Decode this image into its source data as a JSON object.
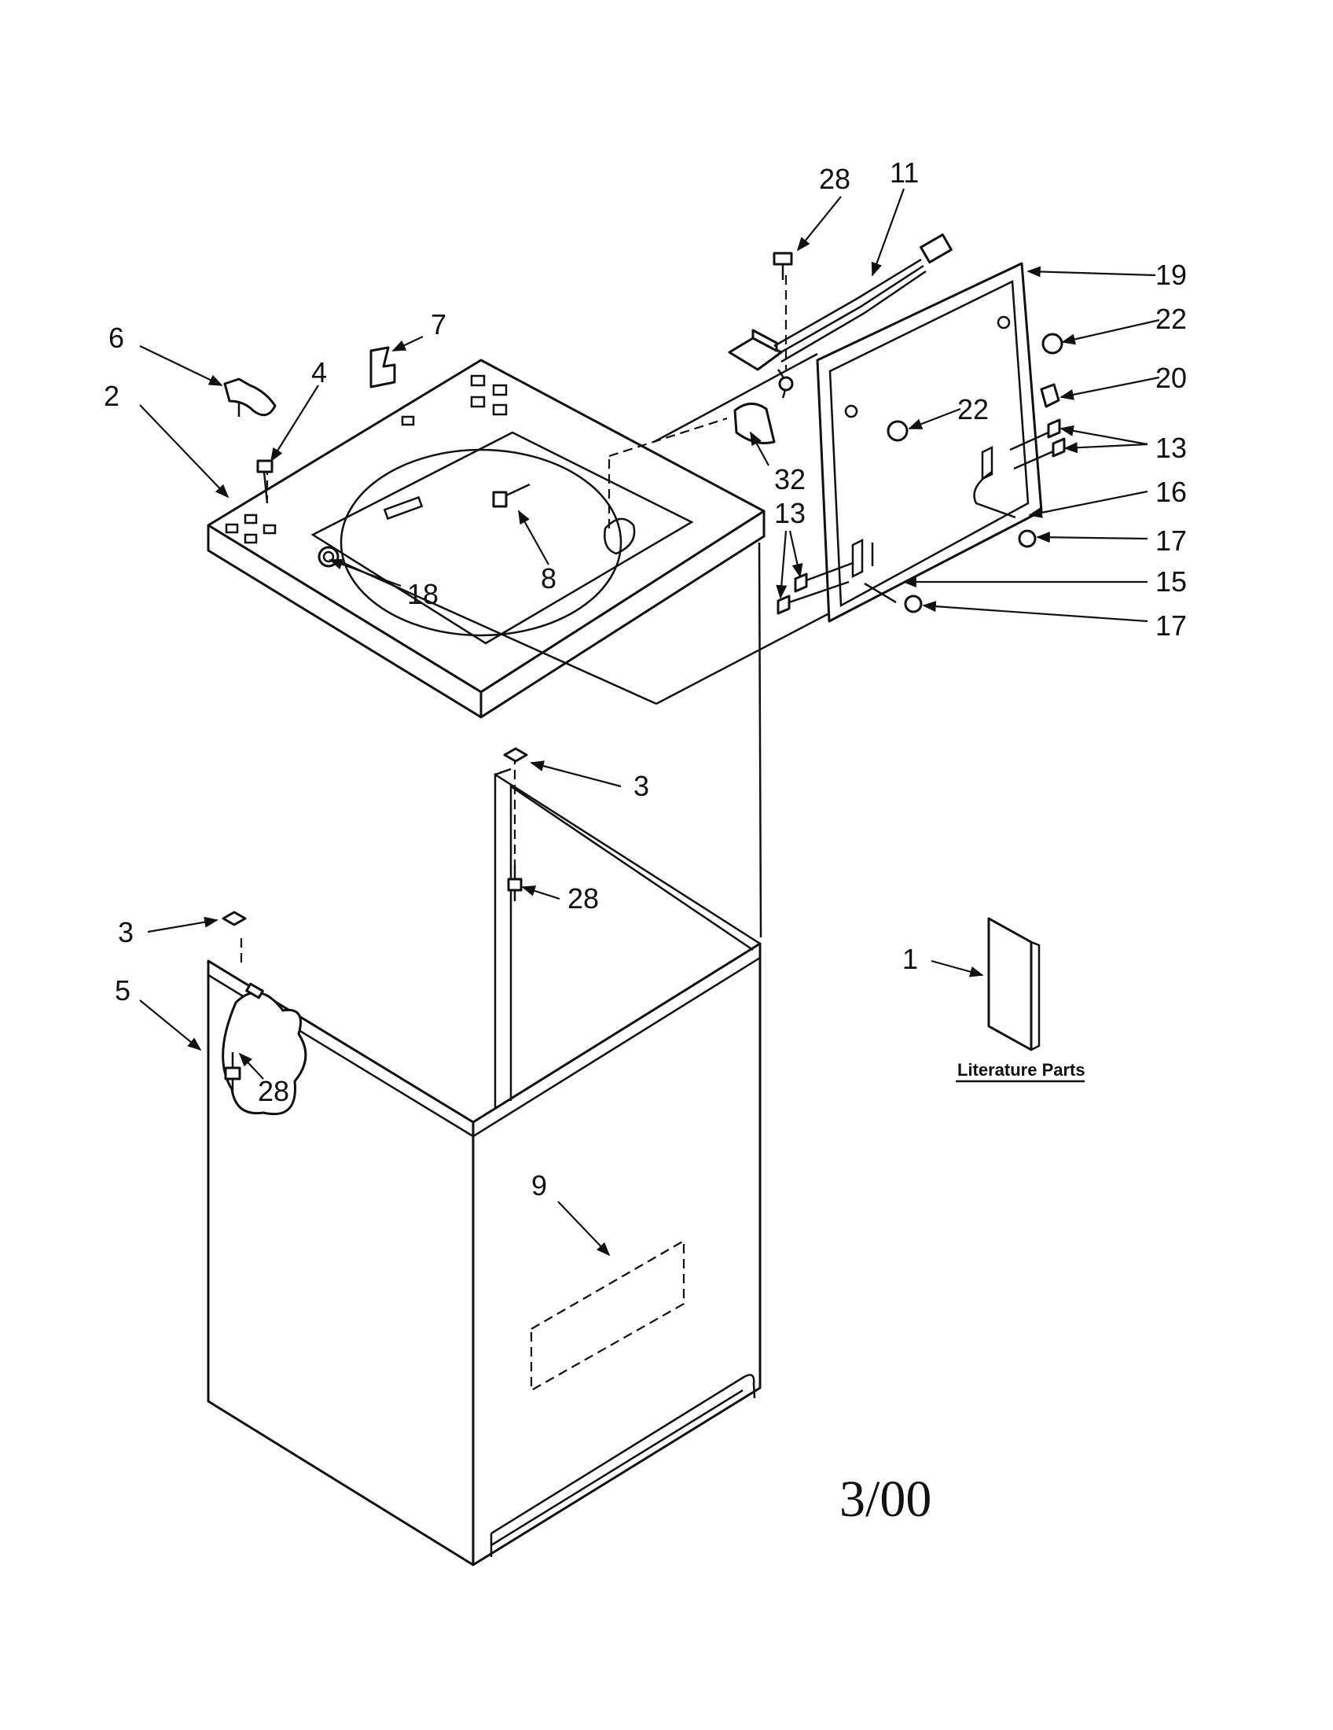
{
  "callouts": {
    "c1": "1",
    "c2": "2",
    "c3a": "3",
    "c3b": "3",
    "c4": "4",
    "c5": "5",
    "c6": "6",
    "c7": "7",
    "c8": "8",
    "c9": "9",
    "c11": "11",
    "c13a": "13",
    "c13b": "13",
    "c15": "15",
    "c16": "16",
    "c17a": "17",
    "c17b": "17",
    "c18": "18",
    "c19": "19",
    "c20": "20",
    "c22a": "22",
    "c22b": "22",
    "c28a": "28",
    "c28b": "28",
    "c28c": "28",
    "c32": "32"
  },
  "literature_label": "Literature Parts",
  "revision_date": "3/00"
}
